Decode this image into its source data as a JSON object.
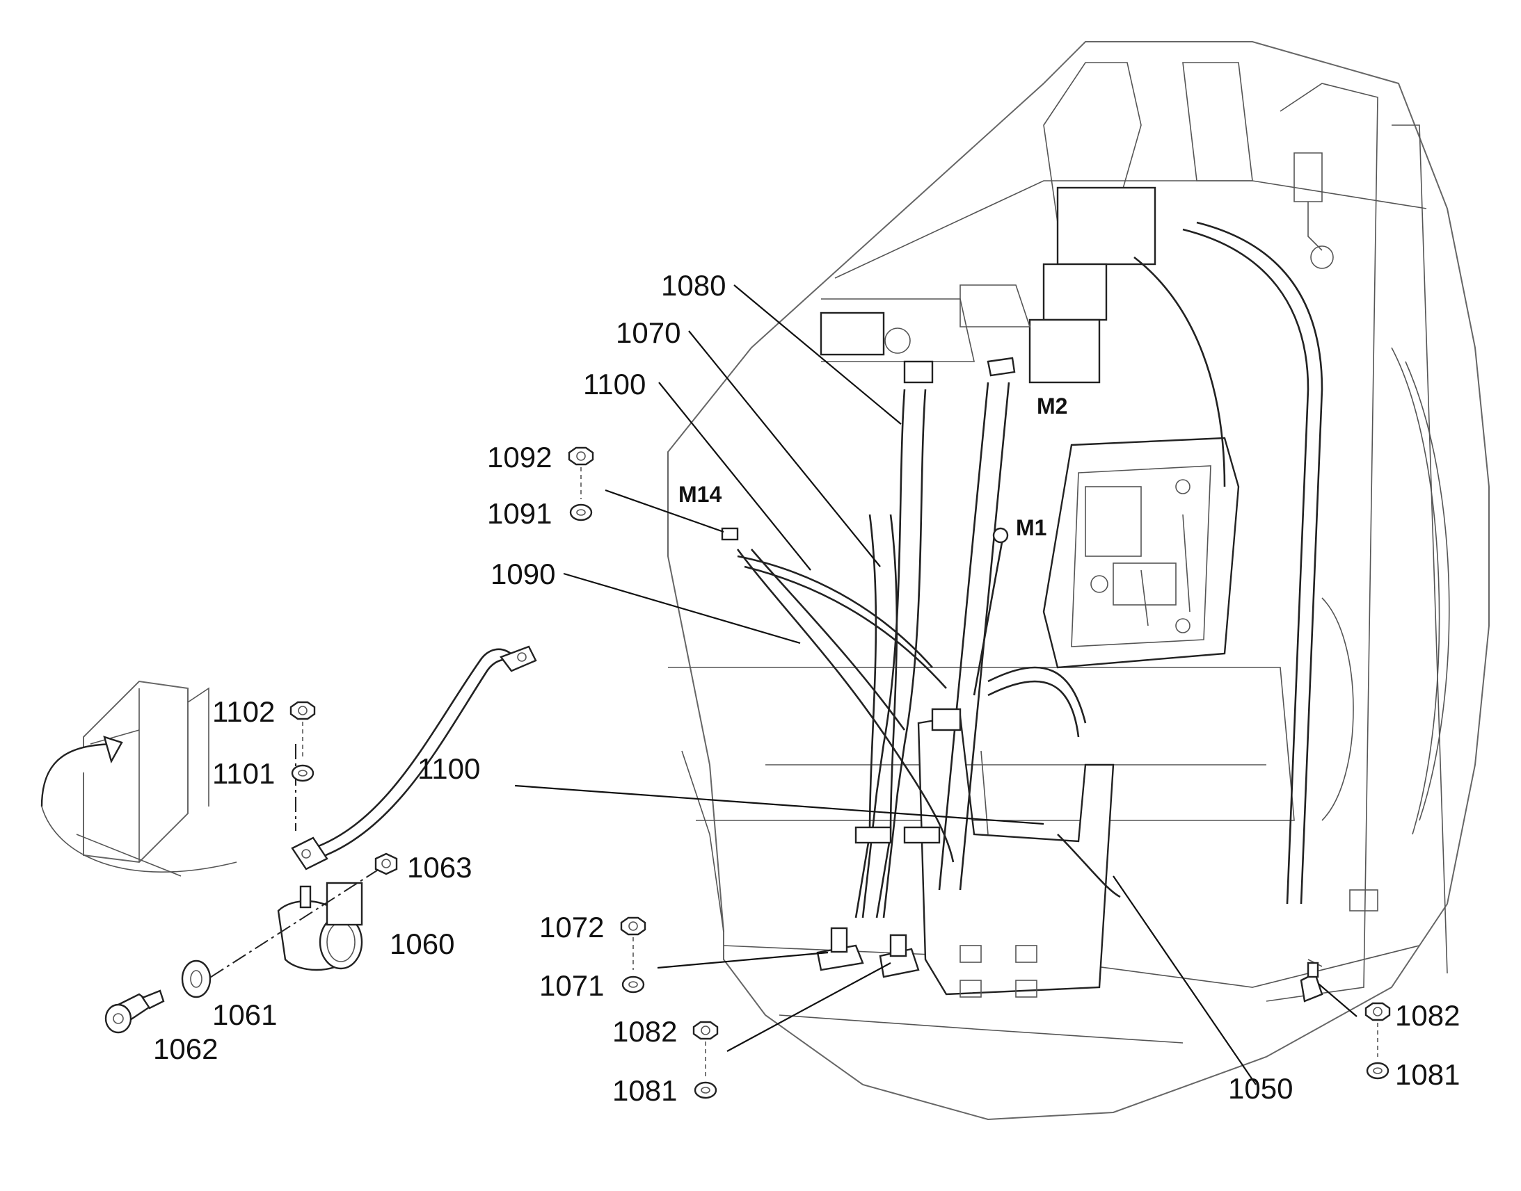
{
  "callouts": {
    "c1080": "1080",
    "c1070": "1070",
    "c1100_top": "1100",
    "c1092": "1092",
    "c1091": "1091",
    "c1090": "1090",
    "c1102": "1102",
    "c1101": "1101",
    "c1100_mid": "1100",
    "c1063": "1063",
    "c1060": "1060",
    "c1061": "1061",
    "c1062": "1062",
    "c1072": "1072",
    "c1071": "1071",
    "c1082_left": "1082",
    "c1081_left": "1081",
    "c1050": "1050",
    "c1082_right": "1082",
    "c1081_right": "1081"
  },
  "terminals": {
    "m2": "M2",
    "m1": "M1",
    "m14": "M14"
  },
  "icons": {
    "nut": "hex-nut-icon",
    "washer": "washer-icon",
    "screw": "cap-screw-icon",
    "bracket": "mounting-bracket",
    "relay": "relay-solenoid"
  }
}
